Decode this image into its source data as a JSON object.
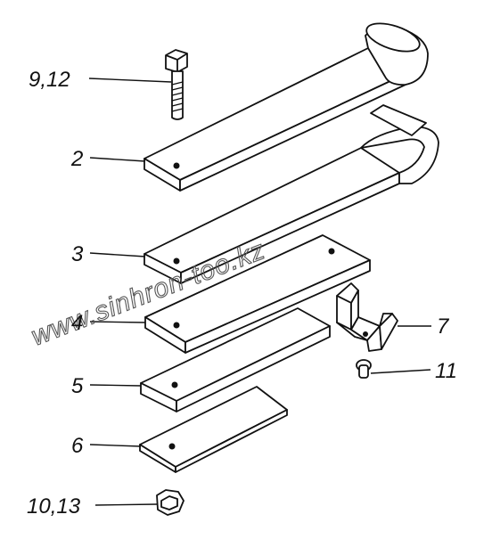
{
  "watermark": "www.sinhron-too.kz",
  "callouts": {
    "bolt": "9,12",
    "leaf_2": "2",
    "leaf_3": "3",
    "leaf_4": "4",
    "leaf_5": "5",
    "leaf_6": "6",
    "nut": "10,13",
    "bracket": "7",
    "rivet": "11"
  }
}
